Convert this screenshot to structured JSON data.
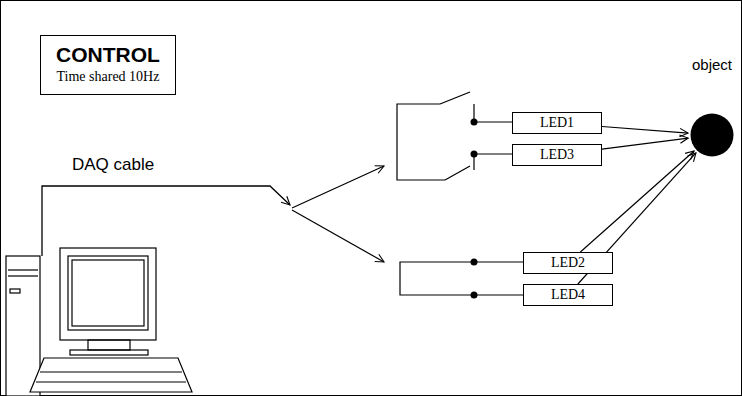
{
  "diagram": {
    "nodes": [
      {
        "text": [
          "CONTROL",
          "Time shared 10Hz"
        ]
      },
      {
        "text": [
          "LED1"
        ]
      },
      {
        "text": [
          "LED3"
        ]
      },
      {
        "text": [
          "LED2"
        ]
      },
      {
        "text": [
          "LED4"
        ]
      },
      {
        "text": [
          "object"
        ]
      }
    ],
    "edges": [
      {
        "from": 1,
        "to": 5,
        "arrow": "to"
      },
      {
        "from": 2,
        "to": 5,
        "arrow": "to"
      },
      {
        "from": 3,
        "to": 5,
        "arrow": "to"
      },
      {
        "from": 4,
        "to": 5,
        "arrow": "to"
      }
    ],
    "labels": [
      "DAQ cable"
    ]
  }
}
